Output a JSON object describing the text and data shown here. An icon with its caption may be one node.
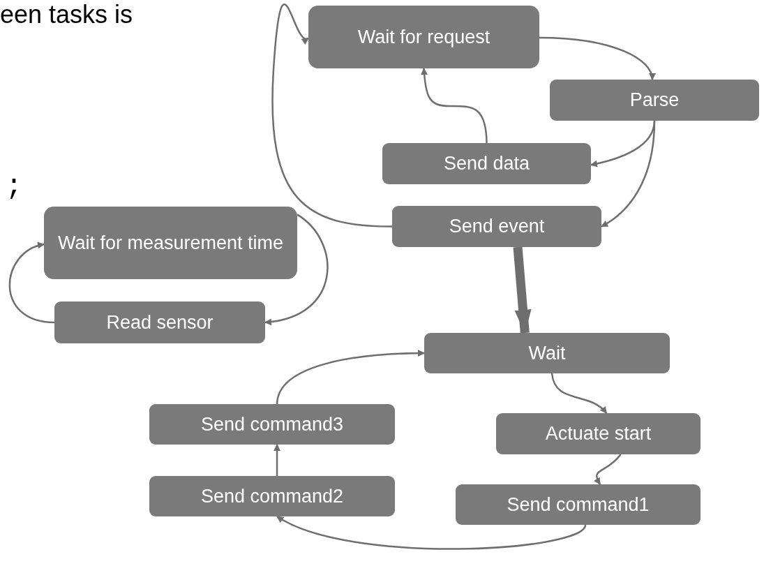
{
  "diagram": {
    "nodes": [
      {
        "text": [
          "Wait for request"
        ]
      },
      {
        "text": [
          "Parse"
        ]
      },
      {
        "text": [
          "Send data"
        ]
      },
      {
        "text": [
          "Send event"
        ]
      },
      {
        "text": [
          "Wait for measurement time"
        ]
      },
      {
        "text": [
          "Read sensor"
        ]
      },
      {
        "text": [
          "Wait"
        ]
      },
      {
        "text": [
          "Send command3"
        ]
      },
      {
        "text": [
          "Actuate start"
        ]
      },
      {
        "text": [
          "Send command2"
        ]
      },
      {
        "text": [
          "Send command1"
        ]
      }
    ],
    "edges": [
      {
        "from": 0,
        "to": 1,
        "arrow": "to"
      },
      {
        "from": 1,
        "to": 2,
        "arrow": "to"
      },
      {
        "from": 1,
        "to": 3,
        "arrow": "to"
      },
      {
        "from": 2,
        "to": 0,
        "arrow": "to"
      },
      {
        "from": 3,
        "to": 0,
        "arrow": "to"
      },
      {
        "from": 4,
        "to": 5,
        "arrow": "to"
      },
      {
        "from": 5,
        "to": 4,
        "arrow": "to"
      },
      {
        "from": 3,
        "to": 6,
        "arrow": "to",
        "style": "thick"
      },
      {
        "from": 6,
        "to": 8,
        "arrow": "to"
      },
      {
        "from": 8,
        "to": 10,
        "arrow": "to"
      },
      {
        "from": 10,
        "to": 9,
        "arrow": "to"
      },
      {
        "from": 9,
        "to": 7,
        "arrow": "to"
      },
      {
        "from": 7,
        "to": 6,
        "arrow": "to"
      }
    ],
    "labels": [
      "een tasks is",
      ";"
    ]
  }
}
